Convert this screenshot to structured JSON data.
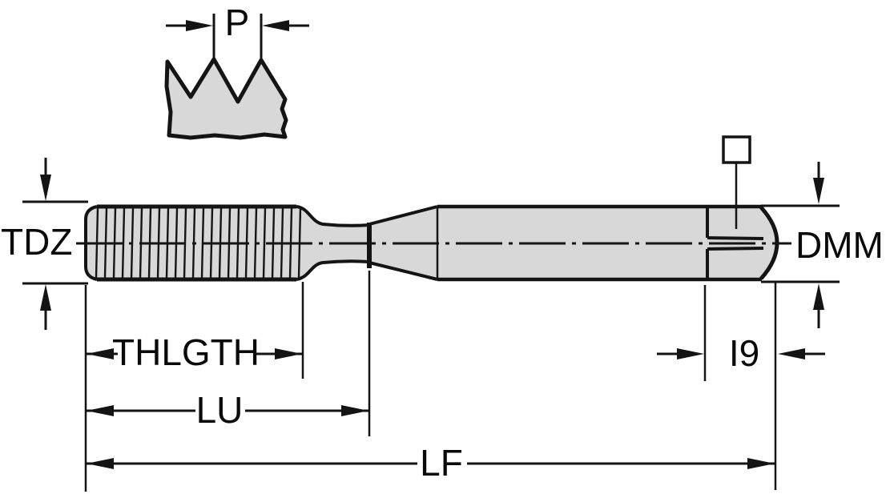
{
  "diagram": {
    "kind": "technical-dimension-drawing",
    "subject": "machine tap (threading tool) side view with dimension callouts",
    "labels": {
      "pitch": "P",
      "thread_diameter": "TDZ",
      "shank_diameter": "DMM",
      "thread_length": "THLGTH",
      "usable_length": "LU",
      "overall_length": "LF",
      "square_length": "I9"
    },
    "symbols": [
      {
        "name": "square-drive-icon",
        "meaning": "square end of shank",
        "shape": "small hollow square with leader line into shank"
      }
    ],
    "colors": {
      "outline": "#141414",
      "body_fill": "#d8d8d8",
      "background": "#ffffff",
      "text": "#0a0a0a"
    }
  }
}
